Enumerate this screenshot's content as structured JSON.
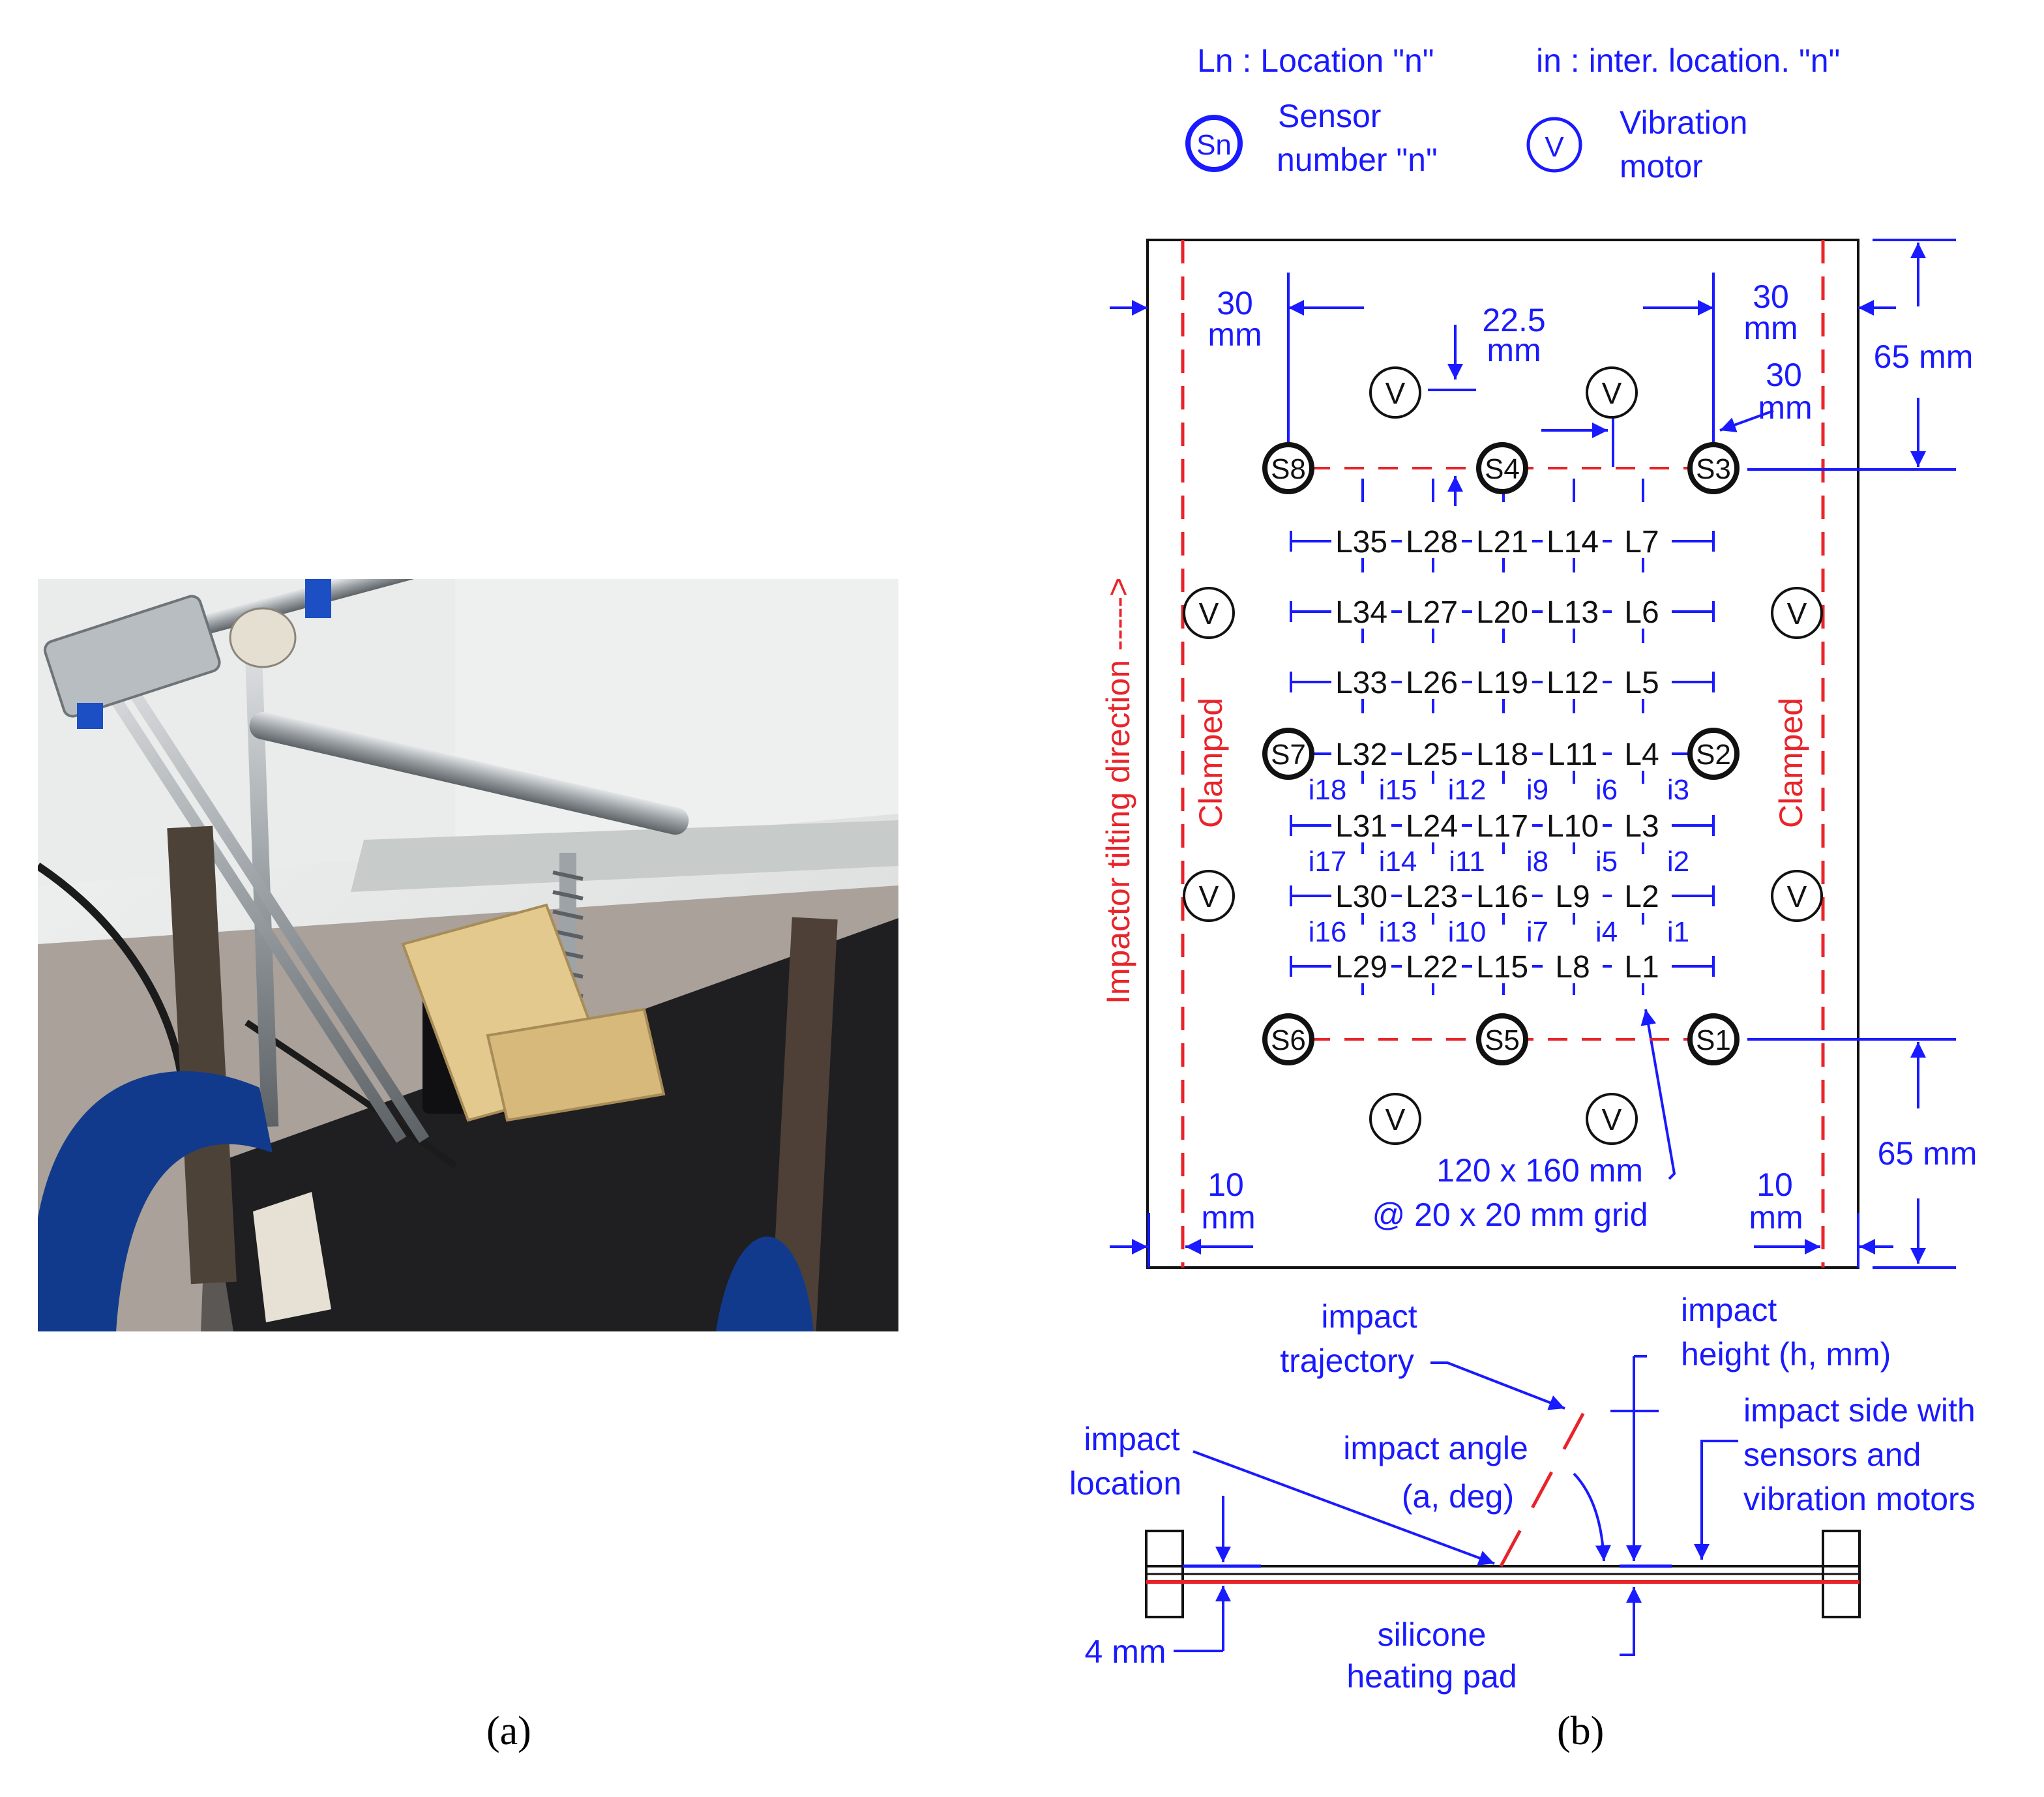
{
  "captions": {
    "a": "(a)",
    "b": "(b)"
  },
  "colors": {
    "blue": "#1a1aff",
    "red": "#e8242a",
    "black": "#111111"
  },
  "legend": {
    "ln": "Ln : Location \"n\"",
    "in": "in : inter. location. \"n\"",
    "sensor_symbol": "Sn",
    "sensor_line1": "Sensor",
    "sensor_line2": "number \"n\"",
    "motor_symbol": "V",
    "motor_line1": "Vibration",
    "motor_line2": "motor"
  },
  "dims": {
    "left_30": "30",
    "left_30_unit": "mm",
    "right_30": "30",
    "right_30_unit": "mm",
    "right_30b": "30",
    "right_30b_unit": "mm",
    "top_225": "22.5",
    "top_225_unit": "mm",
    "top_65": "65 mm",
    "bottom_65": "65 mm",
    "left_10": "10",
    "left_10_unit": "mm",
    "right_10": "10",
    "right_10_unit": "mm",
    "grid_line1": "120 x 160 mm",
    "grid_line2": "@ 20 x 20 mm grid"
  },
  "side_labels": {
    "impactor": "Impactor tilting direction ----->",
    "clamped_left": "Clamped",
    "clamped_right": "Clamped"
  },
  "sensors": [
    "S1",
    "S2",
    "S3",
    "S4",
    "S5",
    "S6",
    "S7",
    "S8"
  ],
  "motor_symbol": "V",
  "grid_rows": [
    [
      "L35",
      "L28",
      "L21",
      "L14",
      "L7"
    ],
    [
      "L34",
      "L27",
      "L20",
      "L13",
      "L6"
    ],
    [
      "L33",
      "L26",
      "L19",
      "L12",
      "L5"
    ],
    [
      "L32",
      "L25",
      "L18",
      "L11",
      "L4"
    ],
    [
      "L31",
      "L24",
      "L17",
      "L10",
      "L3"
    ],
    [
      "L30",
      "L23",
      "L16",
      "L9",
      "L2"
    ],
    [
      "L29",
      "L22",
      "L15",
      "L8",
      "L1"
    ]
  ],
  "inter_rows": [
    [
      "i18",
      "i15",
      "i12",
      "i9",
      "i6",
      "i3"
    ],
    [
      "i17",
      "i14",
      "i11",
      "i8",
      "i5",
      "i2"
    ],
    [
      "i16",
      "i13",
      "i10",
      "i7",
      "i4",
      "i1"
    ]
  ],
  "section": {
    "trajectory_1": "impact",
    "trajectory_2": "trajectory",
    "height_1": "impact",
    "height_2": "height (h, mm)",
    "side_1": "impact side with",
    "side_2": "sensors and",
    "side_3": "vibration motors",
    "location_1": "impact",
    "location_2": "location",
    "angle_1": "impact angle",
    "angle_2": "(a, deg)",
    "thickness": "4 mm",
    "pad_1": "silicone",
    "pad_2": "heating pad"
  }
}
